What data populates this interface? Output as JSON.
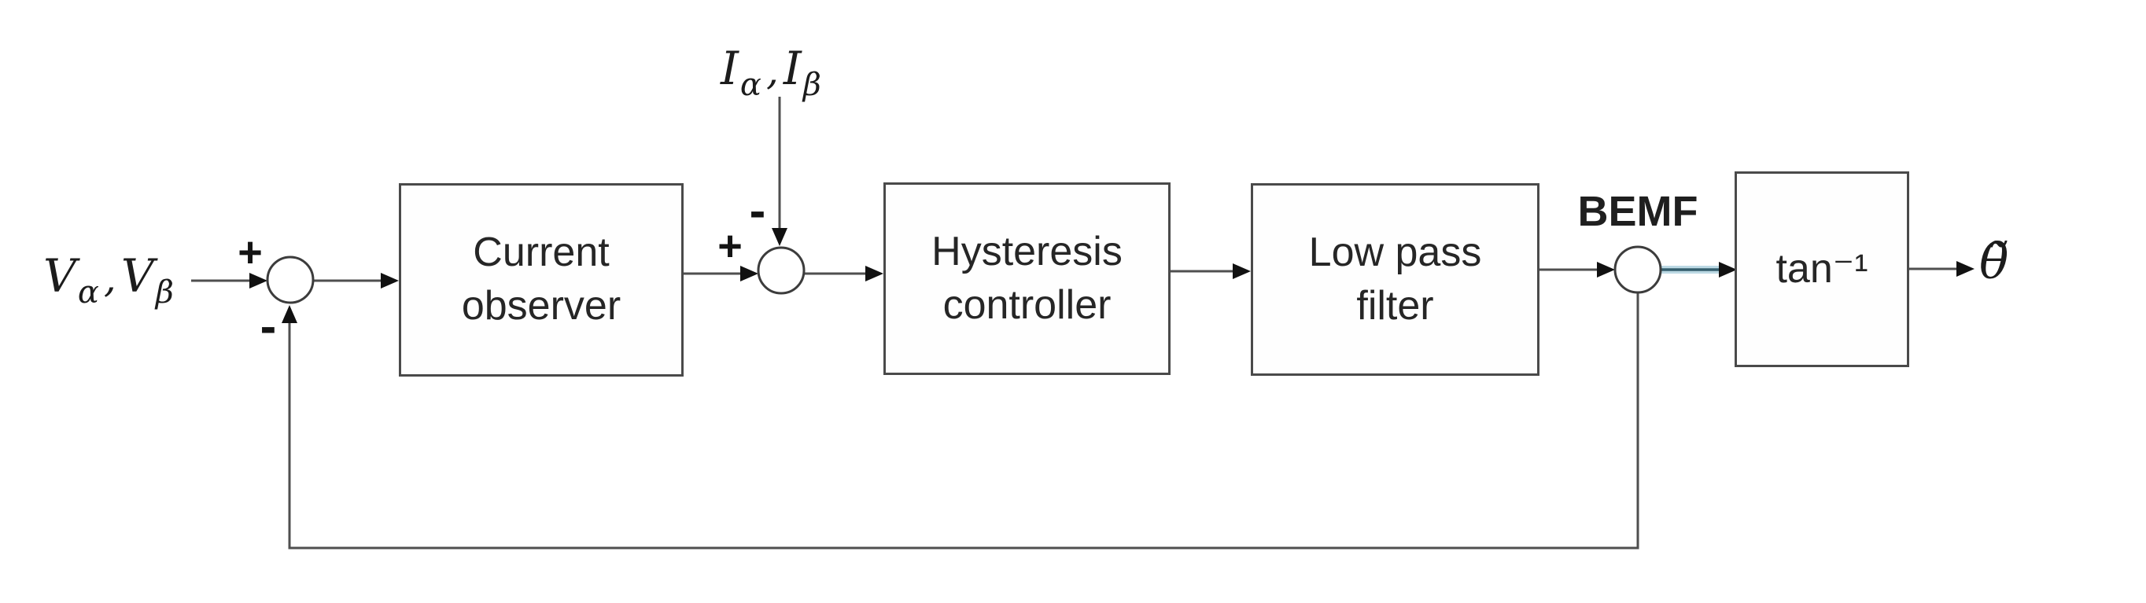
{
  "diagram": {
    "type": "block-diagram",
    "description": "BEMF-based rotor angle estimation control loop",
    "blocks": [
      {
        "id": "current-observer",
        "label": "Current\nobserver"
      },
      {
        "id": "hysteresis-controller",
        "label": "Hysteresis\ncontroller"
      },
      {
        "id": "low-pass-filter",
        "label": "Low pass\nfilter"
      },
      {
        "id": "tan-inverse",
        "label": "tan⁻¹"
      }
    ],
    "signals": {
      "input_v": {
        "base_1": "V",
        "sub_1": "α",
        "separator": ",",
        "base_2": "V",
        "sub_2": "β"
      },
      "input_i": {
        "base_1": "I",
        "sub_1": "α",
        "separator": ",",
        "base_2": "I",
        "sub_2": "β"
      },
      "bemf_label": "BEMF",
      "output_label": "θ̃"
    },
    "junction_signs": {
      "j1_plus": "+",
      "j1_minus": "-",
      "j2_plus": "+",
      "j2_minus": "-"
    },
    "colors": {
      "line_gray": "#4f4f4f",
      "block_border": "#4a4a4a",
      "arrowhead_black": "#111111",
      "highlight_teal": "#355e6d",
      "highlight_halo": "#bcd9e4",
      "text_dark": "#262626"
    }
  }
}
